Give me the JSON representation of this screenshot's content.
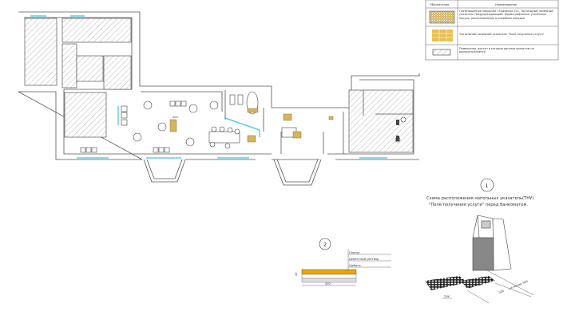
{
  "legend": {
    "header_symbol": "Обозначение",
    "header_name": "Наименование",
    "rows": [
      {
        "symbol": "dotted-tile-icon",
        "text": "Грязезащитное покрытие «Тифлопол 10». Тактильный наземный указатель предупреждающий. Форма рифления: усечённые конусы, расположенные в линейном порядке"
      },
      {
        "symbol": "yellow-tile-icon",
        "text": "Тактильный наземный указатель \"Поле получения услуги\""
      },
      {
        "symbol": "hatched-room-icon",
        "text": "Помещения, доступ в которые данным проектом не распространяется"
      }
    ]
  },
  "plan": {
    "dimension_label": "500"
  },
  "detail1": {
    "number": "1",
    "title_line1": "Схема расположения напольных указатель(ТНУ)",
    "title_line2": "\"Поле получения услуги\"  перед банкоматом.",
    "dim_a": "500",
    "dim_b": "не менее",
    "dim_c": "500",
    "tag": "ТНУ"
  },
  "detail2": {
    "number": "2",
    "layers": [
      "Плитка",
      "Цементный раствор",
      "Щебень"
    ],
    "width_label": "500",
    "height_label": "40"
  },
  "colors": {
    "tactile": "#d9b45a",
    "glass": "#3cc8dc",
    "wall": "#555555"
  }
}
